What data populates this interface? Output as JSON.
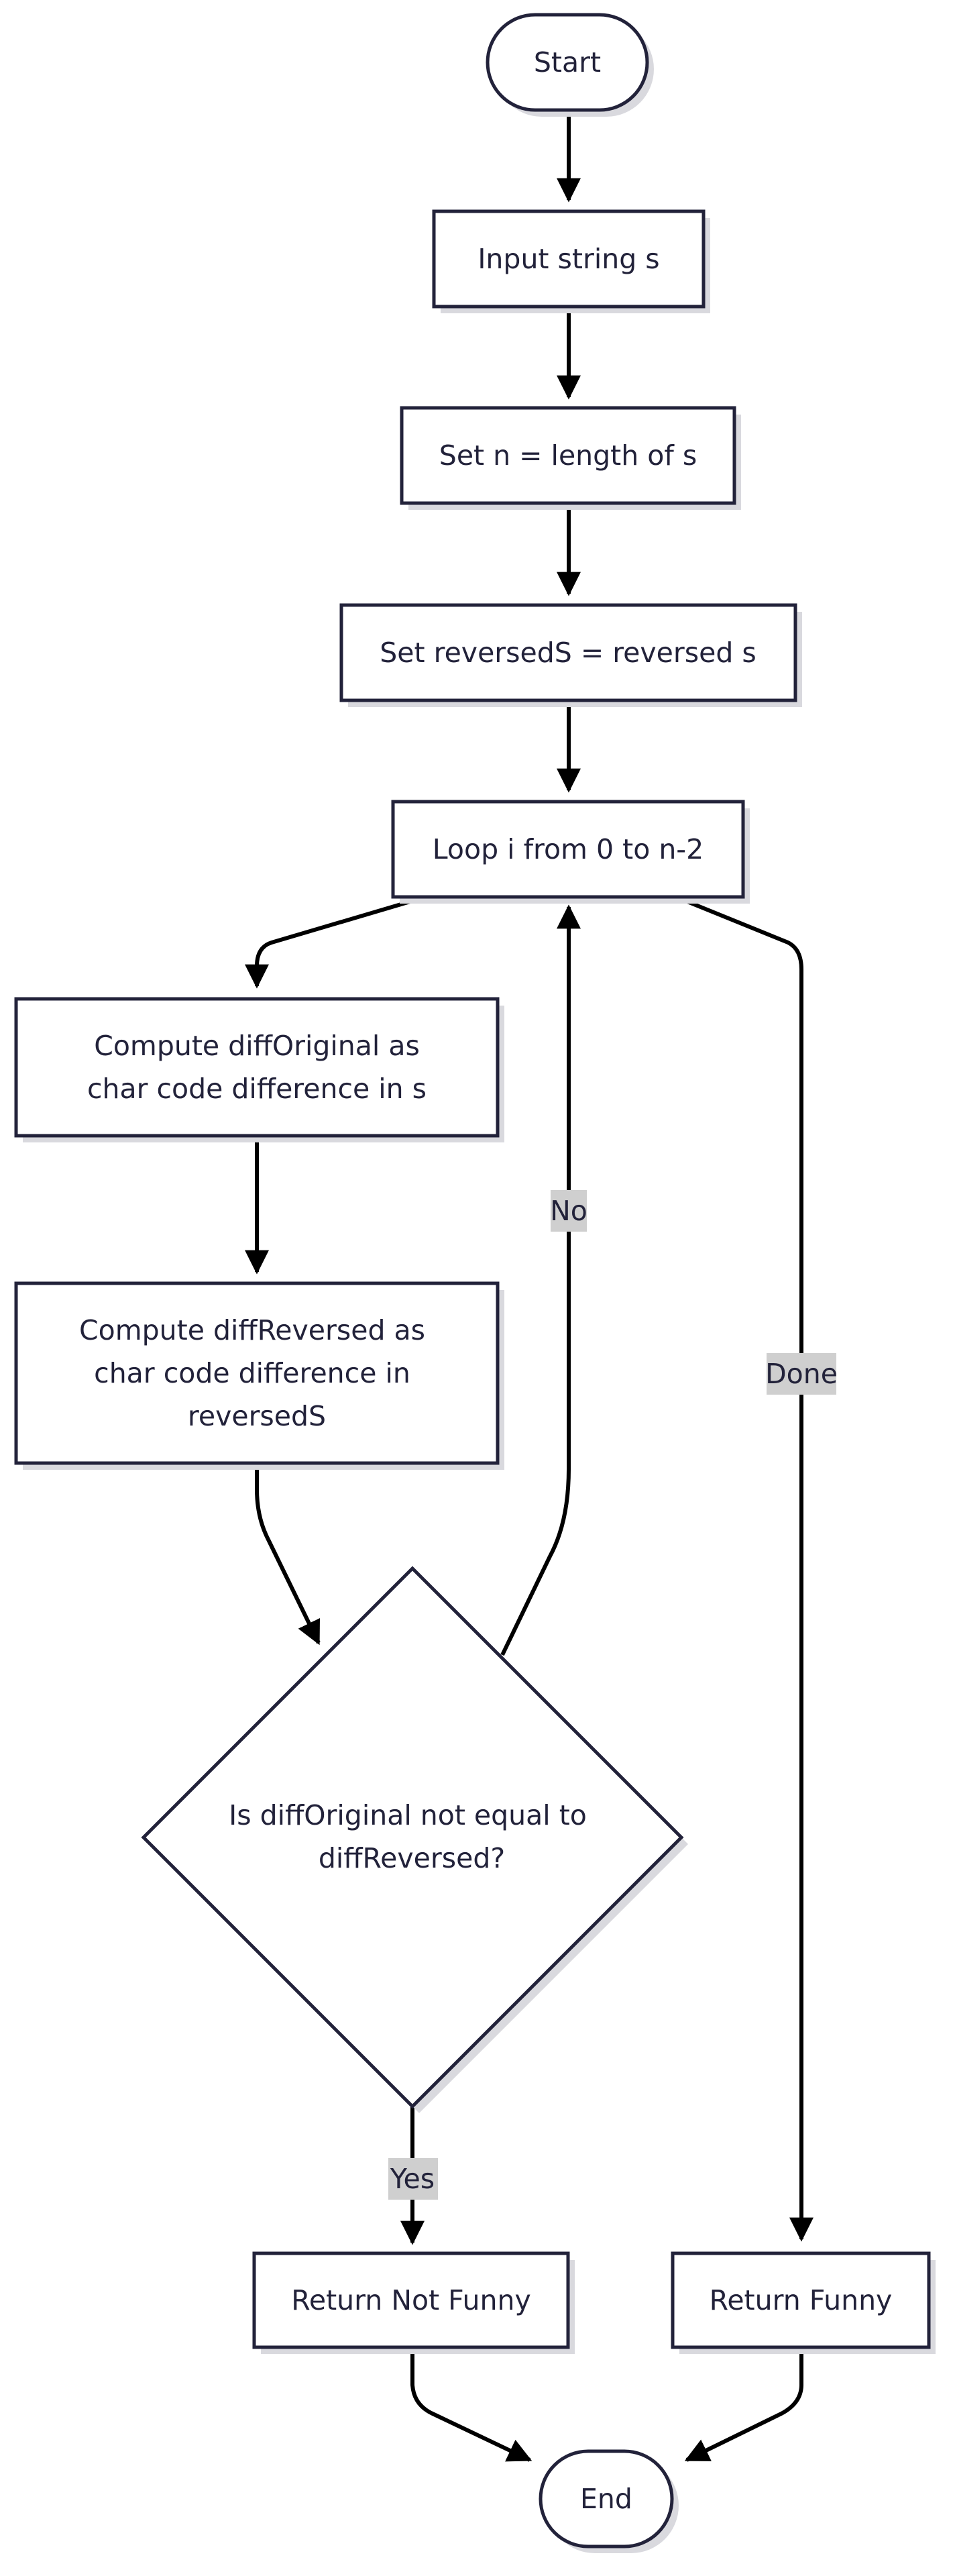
{
  "nodes": {
    "start": "Start",
    "input": "Input string s",
    "set_n": "Set n = length of s",
    "set_reversed": "Set reversedS = reversed s",
    "loop": "Loop i from 0 to n-2",
    "compute_orig_1": "Compute diffOriginal as",
    "compute_orig_2": "char code difference in s",
    "compute_rev_1": "Compute diffReversed as",
    "compute_rev_2": "char code difference in",
    "compute_rev_3": "reversedS",
    "decision_1": "Is diffOriginal not equal to",
    "decision_2": "diffReversed?",
    "not_funny": "Return Not Funny",
    "funny": "Return Funny",
    "end": "End"
  },
  "edge_labels": {
    "no": "No",
    "done": "Done",
    "yes": "Yes"
  },
  "colors": {
    "stroke": "#22223a",
    "edge": "#000000",
    "label_bg": "#cfcfcf"
  }
}
